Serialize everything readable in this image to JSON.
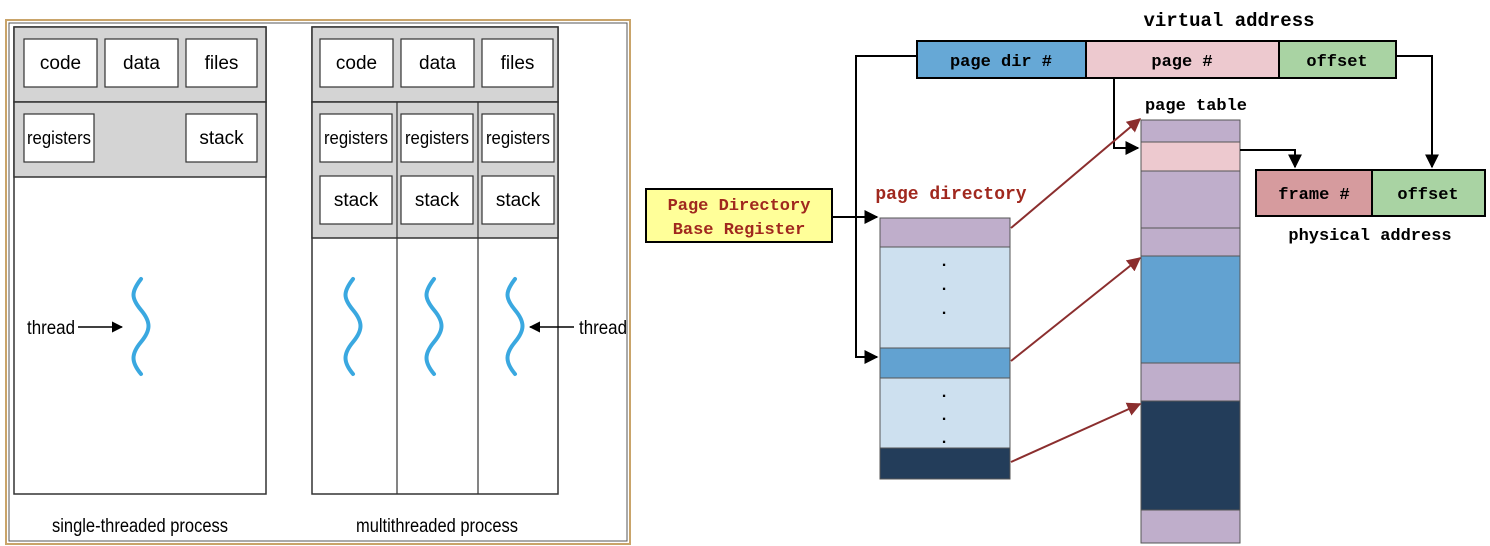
{
  "left_diagram": {
    "single": {
      "code": "code",
      "data": "data",
      "files": "files",
      "registers": "registers",
      "stack": "stack",
      "thread_label": "thread",
      "caption": "single-threaded process"
    },
    "multi": {
      "code": "code",
      "data": "data",
      "files": "files",
      "registers": [
        "registers",
        "registers",
        "registers"
      ],
      "stack": [
        "stack",
        "stack",
        "stack"
      ],
      "thread_label": "thread",
      "caption": "multithreaded process"
    }
  },
  "right_diagram": {
    "virtual_address_title": "virtual address",
    "fields": {
      "page_dir": "page dir #",
      "page": "page #",
      "offset": "offset"
    },
    "page_table_label": "page table",
    "page_directory_label": "page directory",
    "base_register": [
      "Page Directory",
      "Base Register"
    ],
    "physical": {
      "frame": "frame #",
      "offset": "offset",
      "title": "physical address"
    },
    "ellipsis_dot": "."
  },
  "colors": {
    "gray_band": "#d4d4d4",
    "thread_blue": "#3aa8e0",
    "outer_border": "#c9a46a",
    "page_dir_field": "#66a8d6",
    "page_field": "#edc9cf",
    "offset_field": "#a9d3a3",
    "frame_field": "#d69b9e",
    "purple": "#bfaecb",
    "light_blue": "#cde0ef",
    "mid_blue": "#62a2d1",
    "navy": "#233d5a",
    "base_register_bg": "#ffff99",
    "dark_red_text": "#a0281e",
    "arrow_red": "#8b2e2e"
  }
}
